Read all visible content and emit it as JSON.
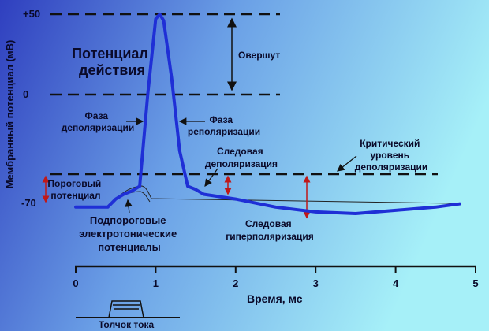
{
  "colors": {
    "bg_left": "#2f3fbf",
    "bg_right": "#a6f0f8",
    "curve": "#1f2fd6",
    "dashed": "#111111",
    "marker": "#c01818",
    "text": "#0a0a2a"
  },
  "y_axis": {
    "label": "Мембранный потенциал (мВ)",
    "ticks": [
      "+50",
      "0",
      "-70"
    ]
  },
  "x_axis": {
    "label": "Время, мс",
    "ticks": [
      "0",
      "1",
      "2",
      "3",
      "4",
      "5"
    ]
  },
  "labels": {
    "action_potential": [
      "Потенциал",
      "действия"
    ],
    "overshoot": "Овершут",
    "depolarization_phase": [
      "Фаза",
      "деполяризации"
    ],
    "repolarization_phase": [
      "Фаза",
      "реполяризации"
    ],
    "trace_depolarization": [
      "Следовая",
      "деполяризация"
    ],
    "critical_level": [
      "Критический",
      "уровень",
      "деполяризации"
    ],
    "threshold_potential": [
      "Пороговый",
      "потенциал"
    ],
    "subthreshold": [
      "Подпороговые",
      "электротонические",
      "потенциалы"
    ],
    "trace_hyperpolarization": [
      "Следовая",
      "гиперполяризация"
    ],
    "stimulus": "Толчок тока"
  },
  "chart_data": {
    "type": "line",
    "xlabel": "Время, мс",
    "ylabel": "Мембранный потенциал (мВ)",
    "xlim": [
      0,
      5
    ],
    "ylim": [
      -70,
      50
    ],
    "series": [
      {
        "x": [
          0,
          0.4,
          0.5,
          0.6,
          0.7,
          0.8,
          0.9,
          1.0,
          1.05,
          1.1,
          1.2,
          1.3,
          1.4,
          1.5,
          1.6,
          2.0,
          2.5,
          3.0,
          3.5,
          4.0,
          4.5,
          4.8
        ],
        "y": [
          -70,
          -70,
          -65,
          -62,
          -60,
          -57,
          0,
          47,
          50,
          46,
          10,
          -35,
          -57,
          -59,
          -62,
          -65,
          -70,
          -73,
          -74,
          -72,
          -70,
          -68
        ]
      }
    ]
  }
}
